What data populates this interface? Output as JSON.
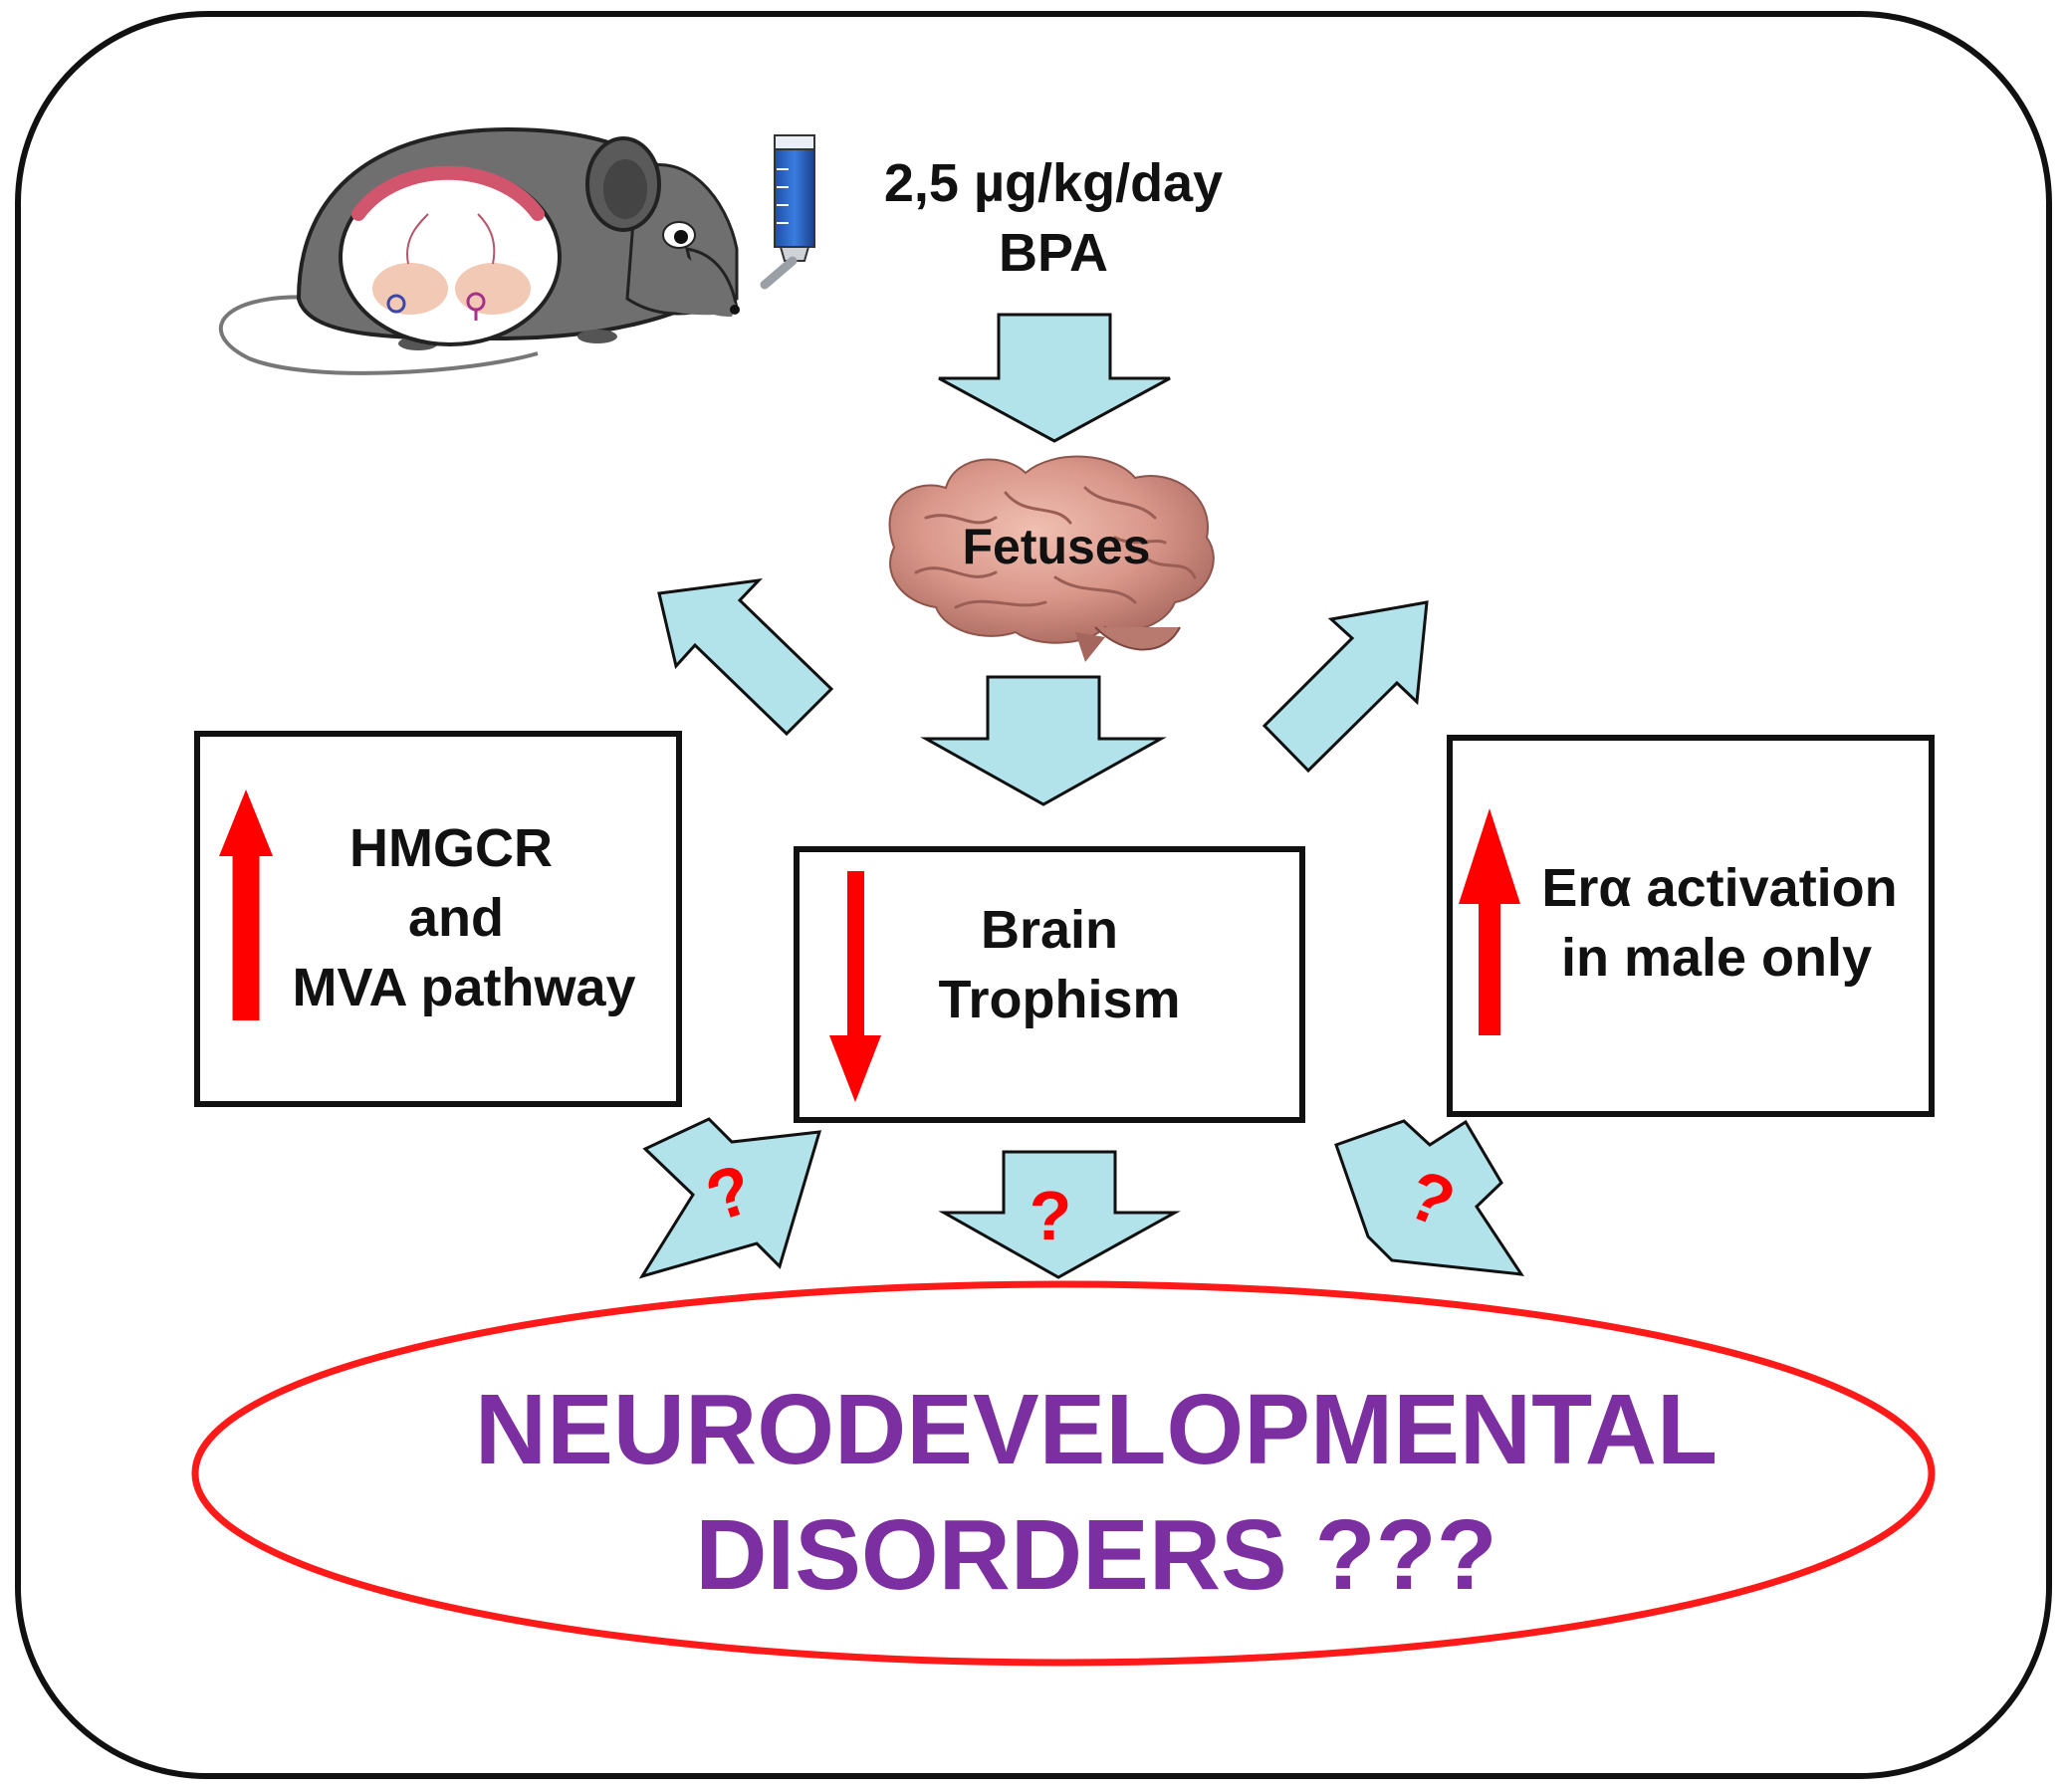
{
  "dose": {
    "amount": "2,5 µg/kg/day",
    "compound": "BPA"
  },
  "center": {
    "label": "Fetuses"
  },
  "left_box": {
    "line1": "HMGCR",
    "line2": "and",
    "line3": "MVA pathway",
    "direction": "up"
  },
  "middle_box": {
    "line1": "Brain",
    "line2": "Trophism",
    "direction": "down"
  },
  "right_box": {
    "line1": "Erα activation",
    "line2": "in male only",
    "direction": "up"
  },
  "question_marks": [
    "?",
    "?",
    "?"
  ],
  "outcome": {
    "line1": "NEURODEVELOPMENTAL",
    "line2": "DISORDERS ???"
  },
  "colors": {
    "arrow_fill": "#b3e3ea",
    "indicator_red": "#ff0000",
    "ellipse_red": "#ff1a1a",
    "outcome_purple": "#7b2fa0",
    "frame": "#111111",
    "mouse_gray": "#6f6f6f",
    "brain_pink": "#d9978a"
  },
  "icons": [
    "mouse-icon",
    "water-bottle-icon",
    "brain-icon"
  ]
}
